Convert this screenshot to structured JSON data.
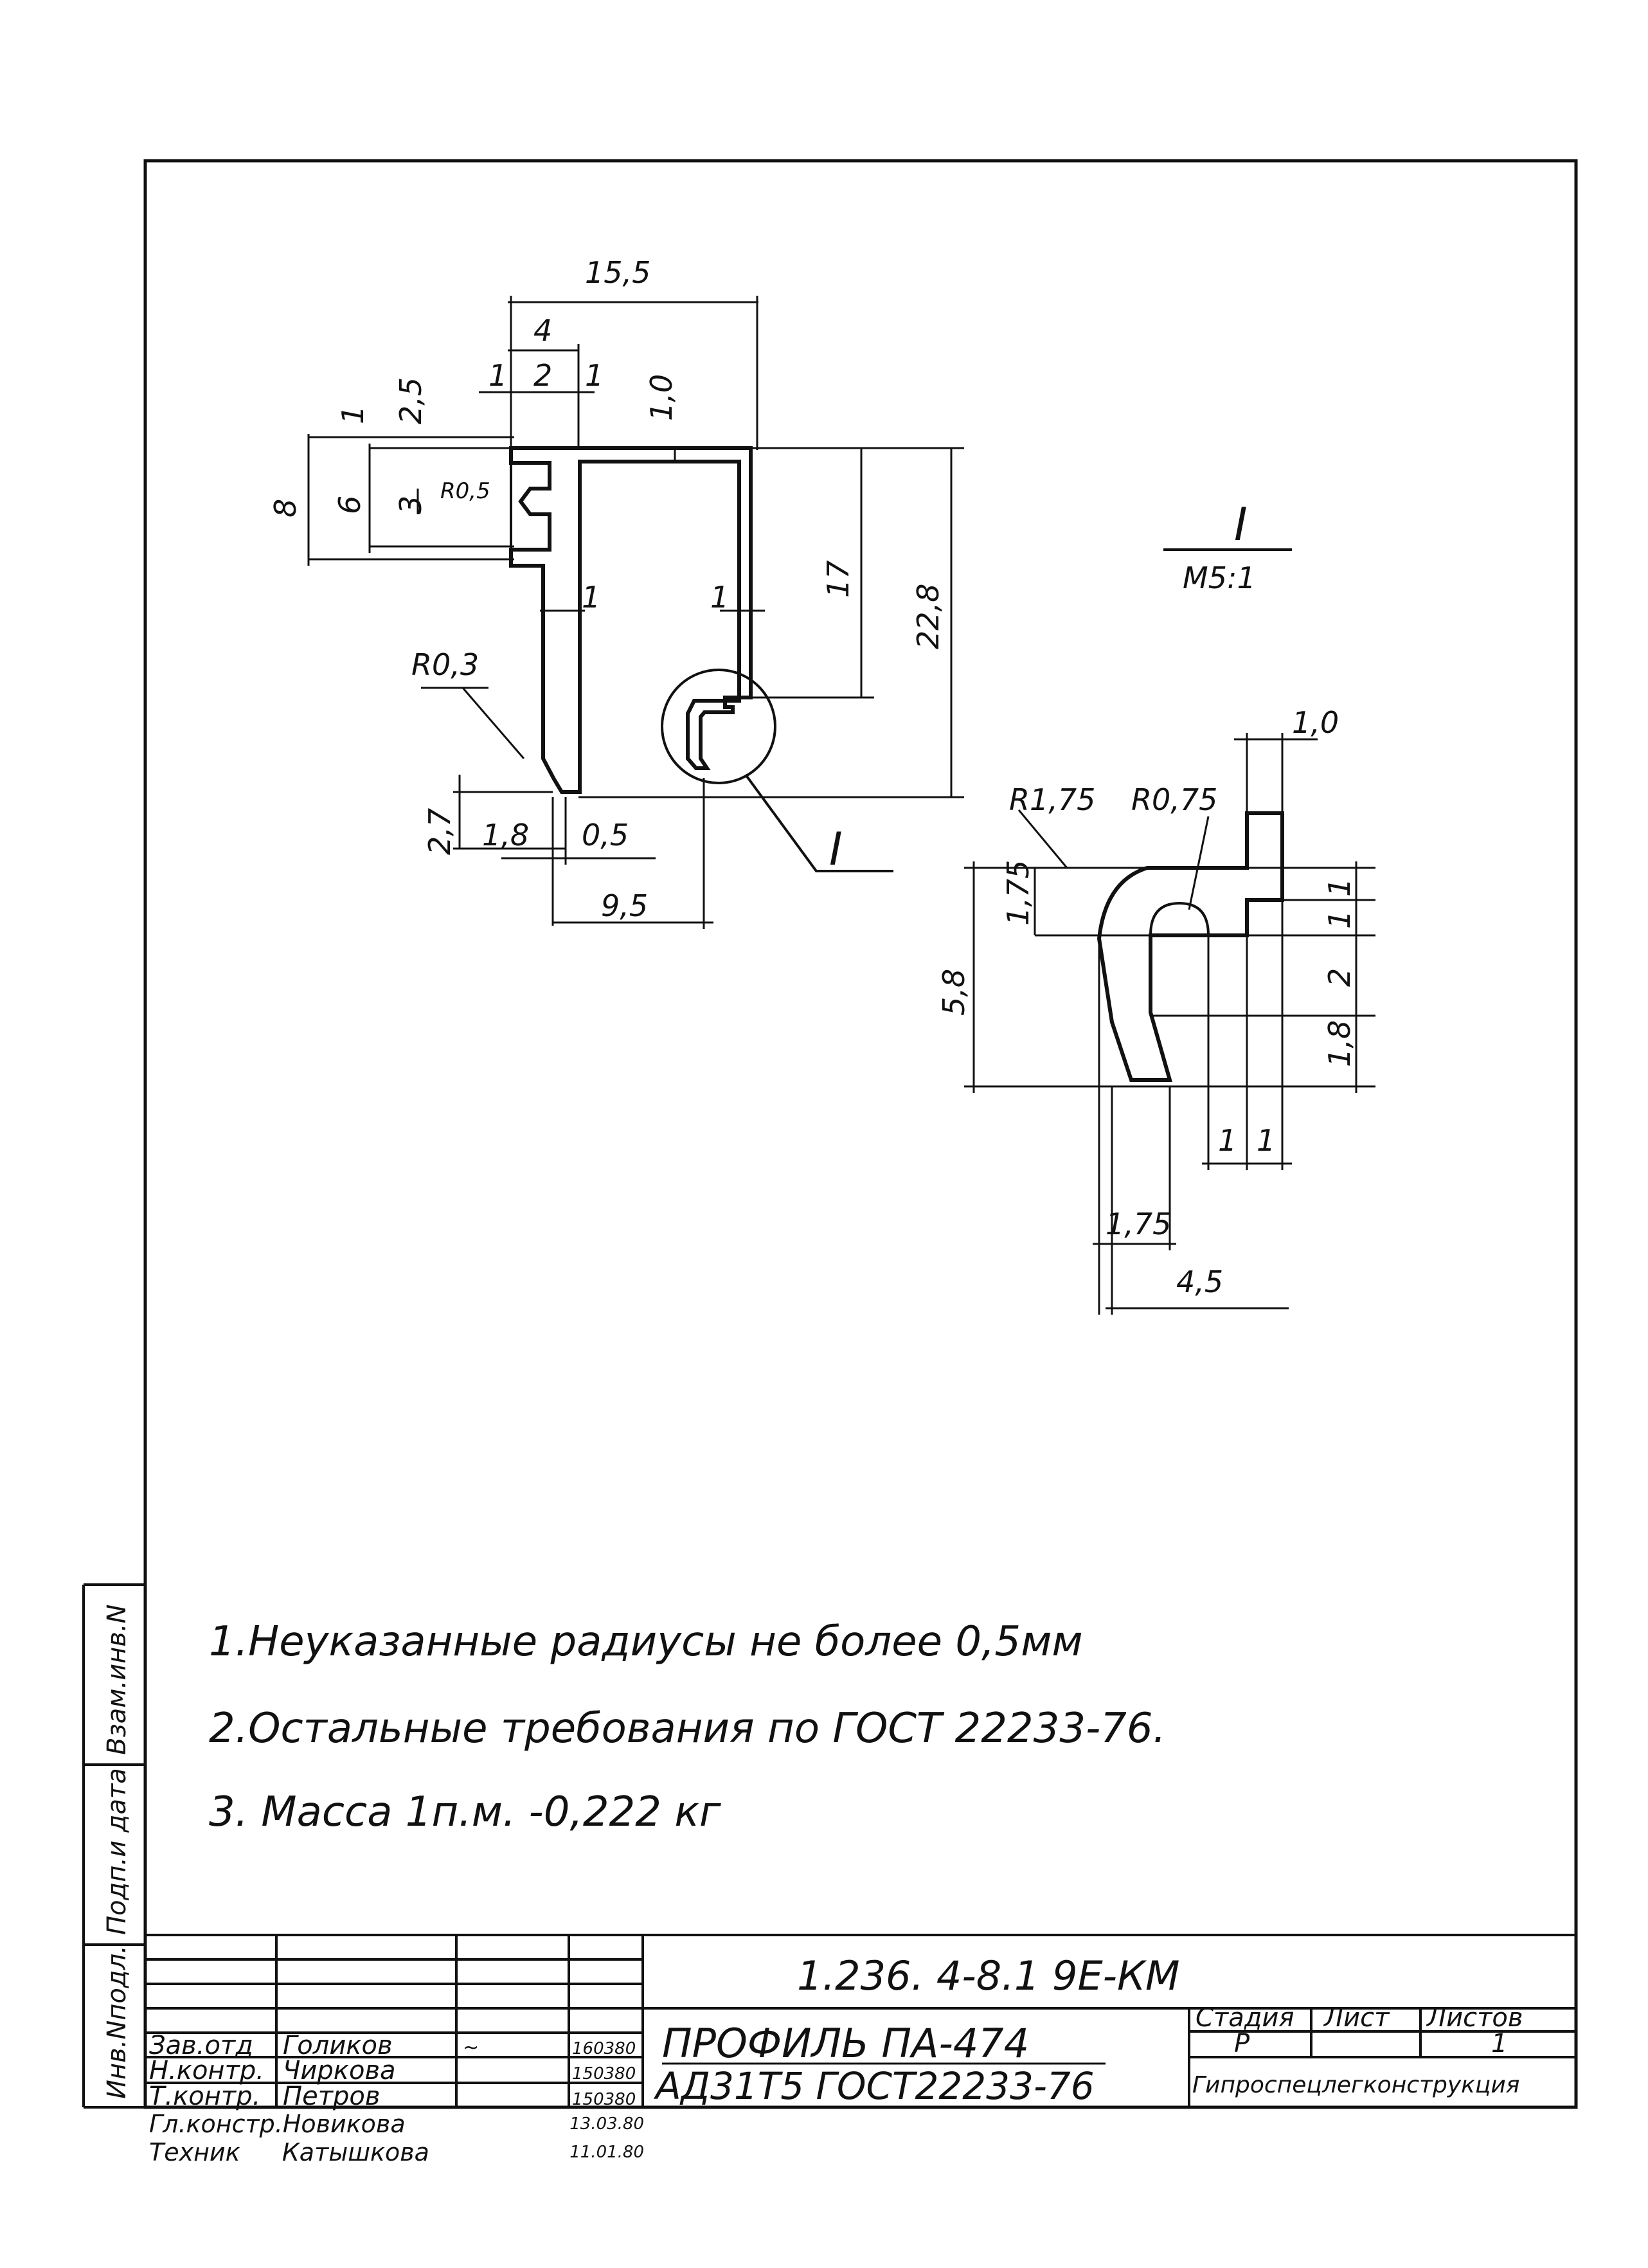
{
  "drawing": {
    "dims": {
      "w155": "15,5",
      "w4": "4",
      "w1a": "1",
      "w2": "2",
      "w1b": "1",
      "t10": "1,0",
      "h1": "1",
      "h25": "2,5",
      "h8": "8",
      "h6": "6",
      "h3": "3",
      "r05": "R0,5",
      "web1a": "1",
      "web1b": "1",
      "h17": "17",
      "h228": "22,8",
      "r03": "R0,3",
      "h27": "2,7",
      "w18": "1,8",
      "w05": "0,5",
      "w95": "9,5"
    },
    "section_mark": "I",
    "detail_title": "I",
    "detail_scale": "M5:1",
    "detail": {
      "r175": "R1,75",
      "r075": "R0,75",
      "t10": "1,0",
      "h175": "1,75",
      "h58": "5,8",
      "h1": "1",
      "h1b": "1",
      "h2": "2",
      "h18": "1,8",
      "w1a": "1",
      "w1b": "1",
      "w175": "1,75",
      "w45": "4,5"
    }
  },
  "notes": [
    "1.Неуказанные  радиусы не более  0,5мм",
    "2.Остальные  требования  по ГОСТ 22233-76.",
    "3. Масса  1п.м. -0,222 кг"
  ],
  "side_stamp": {
    "inv_vzam": "Взам.инв.N",
    "podp_data": "Подп.и дата",
    "inv_podl": "Инв.Nподл."
  },
  "title_block": {
    "doc_code": "1.236. 4-8.1  9Е-КМ",
    "title_line1": "ПРОФИЛЬ  ПА-474",
    "title_line2": "АД31Т5 ГОСТ22233-76",
    "stage_header": "Стадия",
    "sheet_header": "Лист",
    "sheets_header": "Листов",
    "stage": "Р",
    "sheets": "1",
    "organization": "Гипроспецлегконструкция",
    "signers": [
      {
        "role": "Зав.отд",
        "name": "Голиков",
        "date": "160380"
      },
      {
        "role": "Н.контр.",
        "name": "Чиркова",
        "date": "150380"
      },
      {
        "role": "Т.контр.",
        "name": "Петров",
        "date": "150380"
      },
      {
        "role": "Гл.констр.",
        "name": "Новикова",
        "date": "13.03.80"
      },
      {
        "role": "Техник",
        "name": "Катышкова",
        "date": "11.01.80"
      }
    ]
  }
}
